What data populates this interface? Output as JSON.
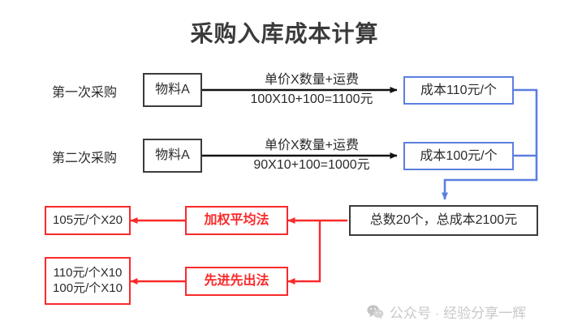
{
  "title": "采购入库成本计算",
  "colors": {
    "dark": "#3b3b3b",
    "blue": "#5b7fe0",
    "red": "#fa2a2a",
    "text": "#2b2b2b",
    "watermark": "#c8c8c8",
    "background": "#ffffff"
  },
  "rows": [
    {
      "label": "第一次采购",
      "material": "物料A",
      "formula_numerator": "单价X数量+运费",
      "formula_denominator": "100X10+100=1100元",
      "result": "成本110元/个"
    },
    {
      "label": "第二次采购",
      "material": "物料A",
      "formula_numerator": "单价X数量+运费",
      "formula_denominator": "90X10+100=1000元",
      "result": "成本100元/个"
    }
  ],
  "total": {
    "text": "总数20个，总成本2100元"
  },
  "methods": [
    {
      "name": "加权平均法",
      "result_line1": "105元/个X20",
      "result_line2": ""
    },
    {
      "name": "先进先出法",
      "result_line1": "110元/个X10",
      "result_line2": "100元/个X10"
    }
  ],
  "watermark": {
    "icon": "wechat-icon",
    "text": "公众号 · 经验分享一辉"
  }
}
